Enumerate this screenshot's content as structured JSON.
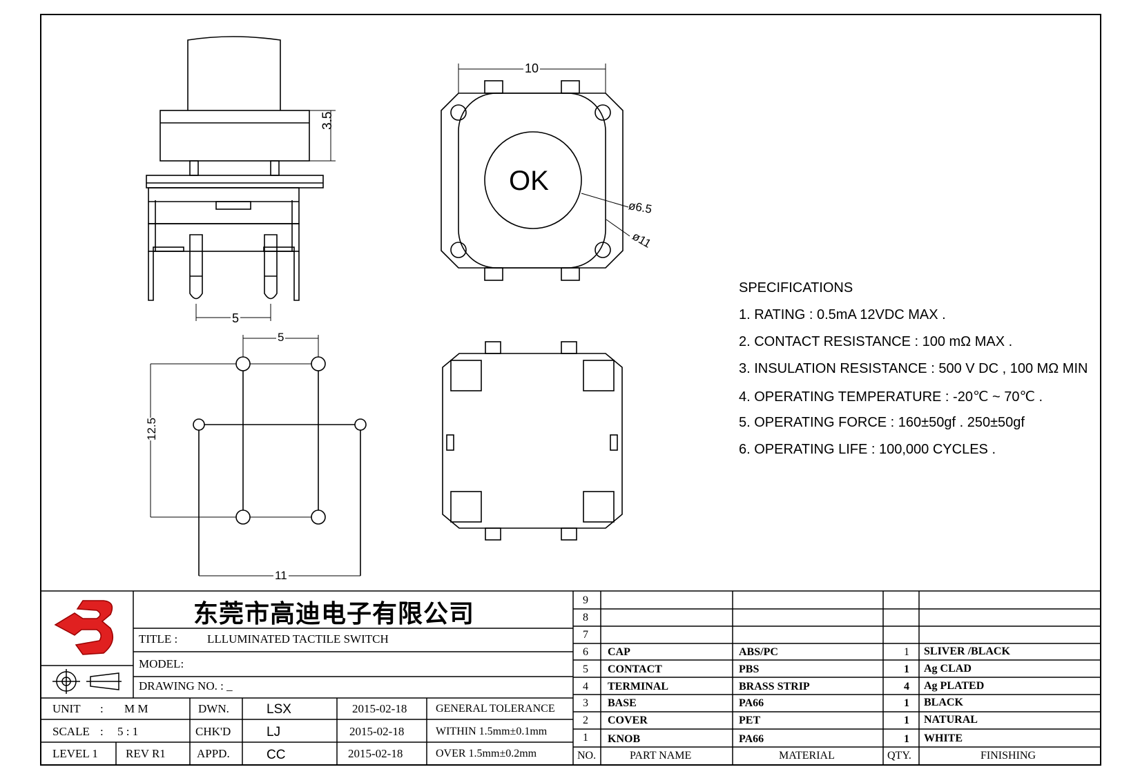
{
  "dimensions": {
    "cap_height": "3.5",
    "pin_pitch_side": "5",
    "body_width_top": "10",
    "button_dia": "ø6.5",
    "cap_dia": "ø11",
    "footprint_pitch": "5",
    "footprint_height": "12.5",
    "footprint_width": "11"
  },
  "knob_label": "OK",
  "specifications": {
    "heading": "SPECIFICATIONS",
    "items": [
      "1. RATING : 0.5mA 12VDC MAX .",
      "2. CONTACT RESISTANCE : 100 mΩ MAX .",
      "3. INSULATION RESISTANCE : 500 V DC , 100 MΩ MIN",
      "4. OPERATING TEMPERATURE : -20℃ ~ 70℃ .",
      "5. OPERATING FORCE : 160±50gf . 250±50gf",
      "6. OPERATING LIFE : 100,000 CYCLES ."
    ]
  },
  "title_block": {
    "company": "东莞市高迪电子有限公司",
    "title_label": "TITLE :",
    "title_value": "LLLUMINATED TACTILE SWITCH",
    "model_label": "MODEL:",
    "drawing_no_label": "DRAWING NO. : _",
    "unit_label": "UNIT",
    "unit_sep": ":",
    "unit_value": "M M",
    "scale_label": "SCALE",
    "scale_sep": ":",
    "scale_value": "5 : 1",
    "level": "LEVEL 1",
    "rev": "REV R1",
    "dwn_label": "DWN.",
    "dwn_name": "LSX",
    "dwn_date": "2015-02-18",
    "chk_label": "CHK'D",
    "chk_name": "LJ",
    "chk_date": "2015-02-18",
    "appd_label": "APPD.",
    "appd_name": "CC",
    "appd_date": "2015-02-18",
    "tol_title": "GENERAL TOLERANCE",
    "tol_within": "WITHIN 1.5mm±0.1mm",
    "tol_over": "OVER 1.5mm±0.2mm"
  },
  "bom": {
    "headers": [
      "NO.",
      "PART NAME",
      "MATERIAL",
      "QTY.",
      "FINISHING"
    ],
    "rows": [
      {
        "no": "9",
        "part": "",
        "material": "",
        "qty": "",
        "finishing": ""
      },
      {
        "no": "8",
        "part": "",
        "material": "",
        "qty": "",
        "finishing": ""
      },
      {
        "no": "7",
        "part": "",
        "material": "",
        "qty": "",
        "finishing": ""
      },
      {
        "no": "6",
        "part": "CAP",
        "material": "ABS/PC",
        "qty": "1",
        "finishing": "SLIVER /BLACK"
      },
      {
        "no": "5",
        "part": "CONTACT",
        "material": "PBS",
        "qty": "1",
        "finishing": "Ag CLAD"
      },
      {
        "no": "4",
        "part": "TERMINAL",
        "material": "BRASS STRIP",
        "qty": "4",
        "finishing": "Ag PLATED"
      },
      {
        "no": "3",
        "part": "BASE",
        "material": "PA66",
        "qty": "1",
        "finishing": "BLACK"
      },
      {
        "no": "2",
        "part": "COVER",
        "material": "PET",
        "qty": "1",
        "finishing": "NATURAL"
      },
      {
        "no": "1",
        "part": "KNOB",
        "material": "PA66",
        "qty": "1",
        "finishing": "WHITE"
      }
    ]
  },
  "colors": {
    "logo_red": "#e02020",
    "line": "#000000"
  }
}
